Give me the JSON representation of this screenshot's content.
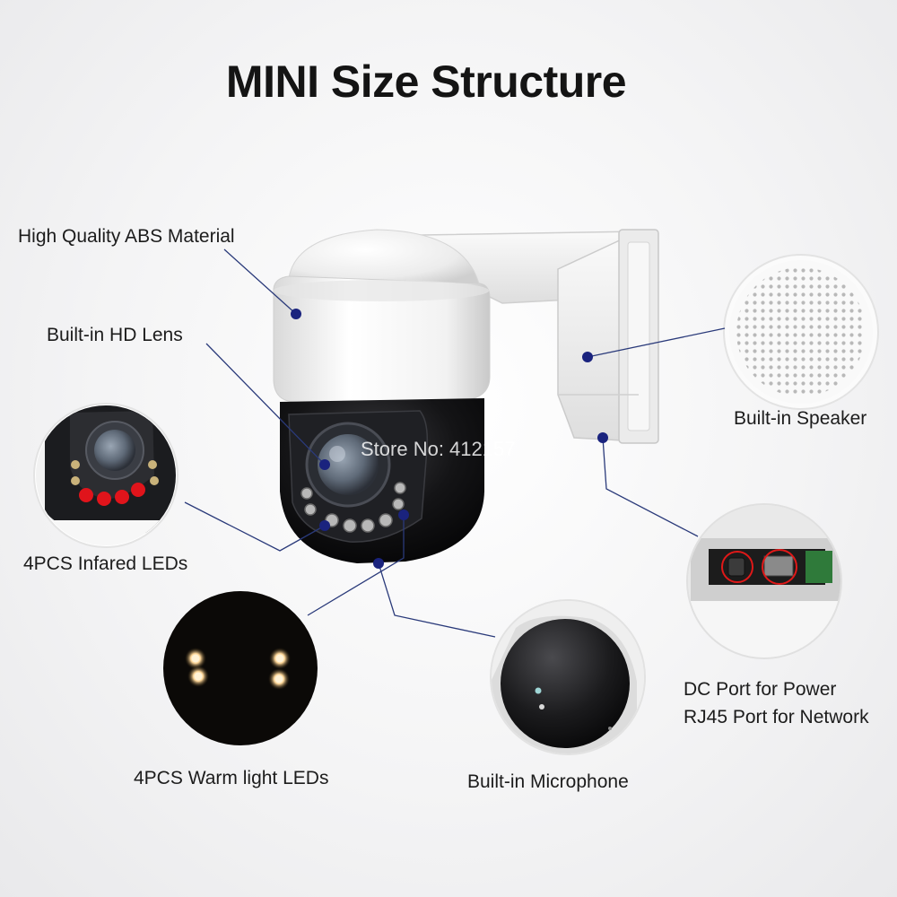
{
  "title": "MINI Size Structure",
  "watermark": "Store No: 412157",
  "labels": {
    "abs_material": "High Quality ABS Material",
    "hd_lens": "Built-in HD Lens",
    "infrared_leds": "4PCS Infared LEDs",
    "warm_leds": "4PCS Warm light LEDs",
    "microphone": "Built-in Microphone",
    "speaker": "Built-in Speaker",
    "dc_port": "DC Port for Power",
    "rj45_port": "RJ45 Port for Network"
  },
  "colors": {
    "pointer_dot": "#1a237e",
    "leader_line": "#2a3a7a",
    "infrared_led": "#e0141b",
    "warm_led": "#ffdca0",
    "housing_white": "#f4f4f4",
    "housing_black": "#141416"
  }
}
